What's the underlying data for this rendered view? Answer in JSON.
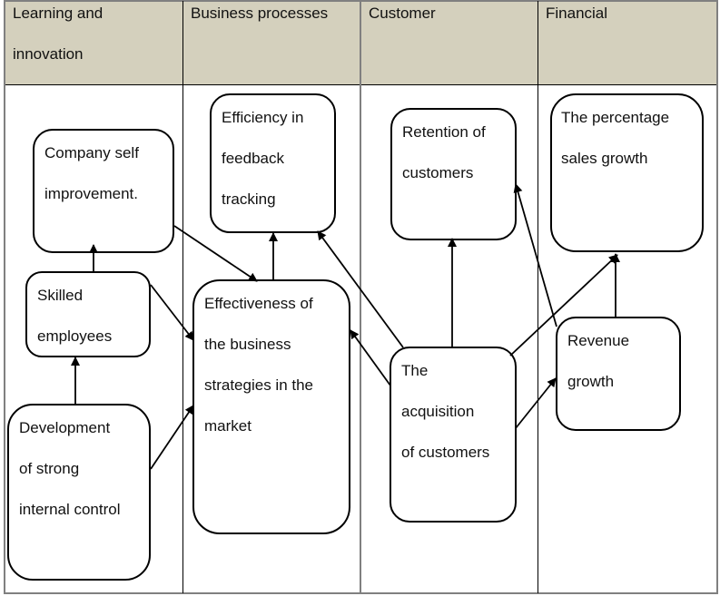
{
  "columns": [
    {
      "id": "learning",
      "label": "Learning and\ninnovation"
    },
    {
      "id": "business",
      "label": "Business processes"
    },
    {
      "id": "customer",
      "label": "Customer"
    },
    {
      "id": "financial",
      "label": "Financial"
    }
  ],
  "colors": {
    "header_bg": "#d4d0bd",
    "border": "#000000",
    "outer_border": "#808080",
    "node_bg": "#ffffff"
  },
  "nodes": [
    {
      "id": "self_improvement",
      "text": "Company self\nimprovement."
    },
    {
      "id": "skilled_employees",
      "text": "Skilled\nemployees"
    },
    {
      "id": "internal_control",
      "text": "Development\nof strong\ninternal control"
    },
    {
      "id": "feedback_tracking",
      "text": "Efficiency in\nfeedback\ntracking"
    },
    {
      "id": "business_strategies",
      "text": "Effectiveness of\nthe business\nstrategies in the\nmarket"
    },
    {
      "id": "retention",
      "text": "Retention of\ncustomers"
    },
    {
      "id": "acquisition",
      "text": "The\nacquisition\nof customers"
    },
    {
      "id": "sales_growth",
      "text": "The percentage\nsales growth"
    },
    {
      "id": "revenue_growth",
      "text": "Revenue\ngrowth"
    }
  ],
  "edges": [
    {
      "from": "skilled_employees",
      "to": "self_improvement"
    },
    {
      "from": "internal_control",
      "to": "skilled_employees"
    },
    {
      "from": "self_improvement",
      "to": "business_strategies"
    },
    {
      "from": "skilled_employees",
      "to": "business_strategies"
    },
    {
      "from": "internal_control",
      "to": "business_strategies"
    },
    {
      "from": "business_strategies",
      "to": "feedback_tracking"
    },
    {
      "from": "acquisition",
      "to": "feedback_tracking"
    },
    {
      "from": "acquisition",
      "to": "business_strategies"
    },
    {
      "from": "acquisition",
      "to": "retention"
    },
    {
      "from": "acquisition",
      "to": "sales_growth"
    },
    {
      "from": "acquisition",
      "to": "revenue_growth"
    },
    {
      "from": "revenue_growth",
      "to": "retention"
    },
    {
      "from": "revenue_growth",
      "to": "sales_growth"
    }
  ]
}
